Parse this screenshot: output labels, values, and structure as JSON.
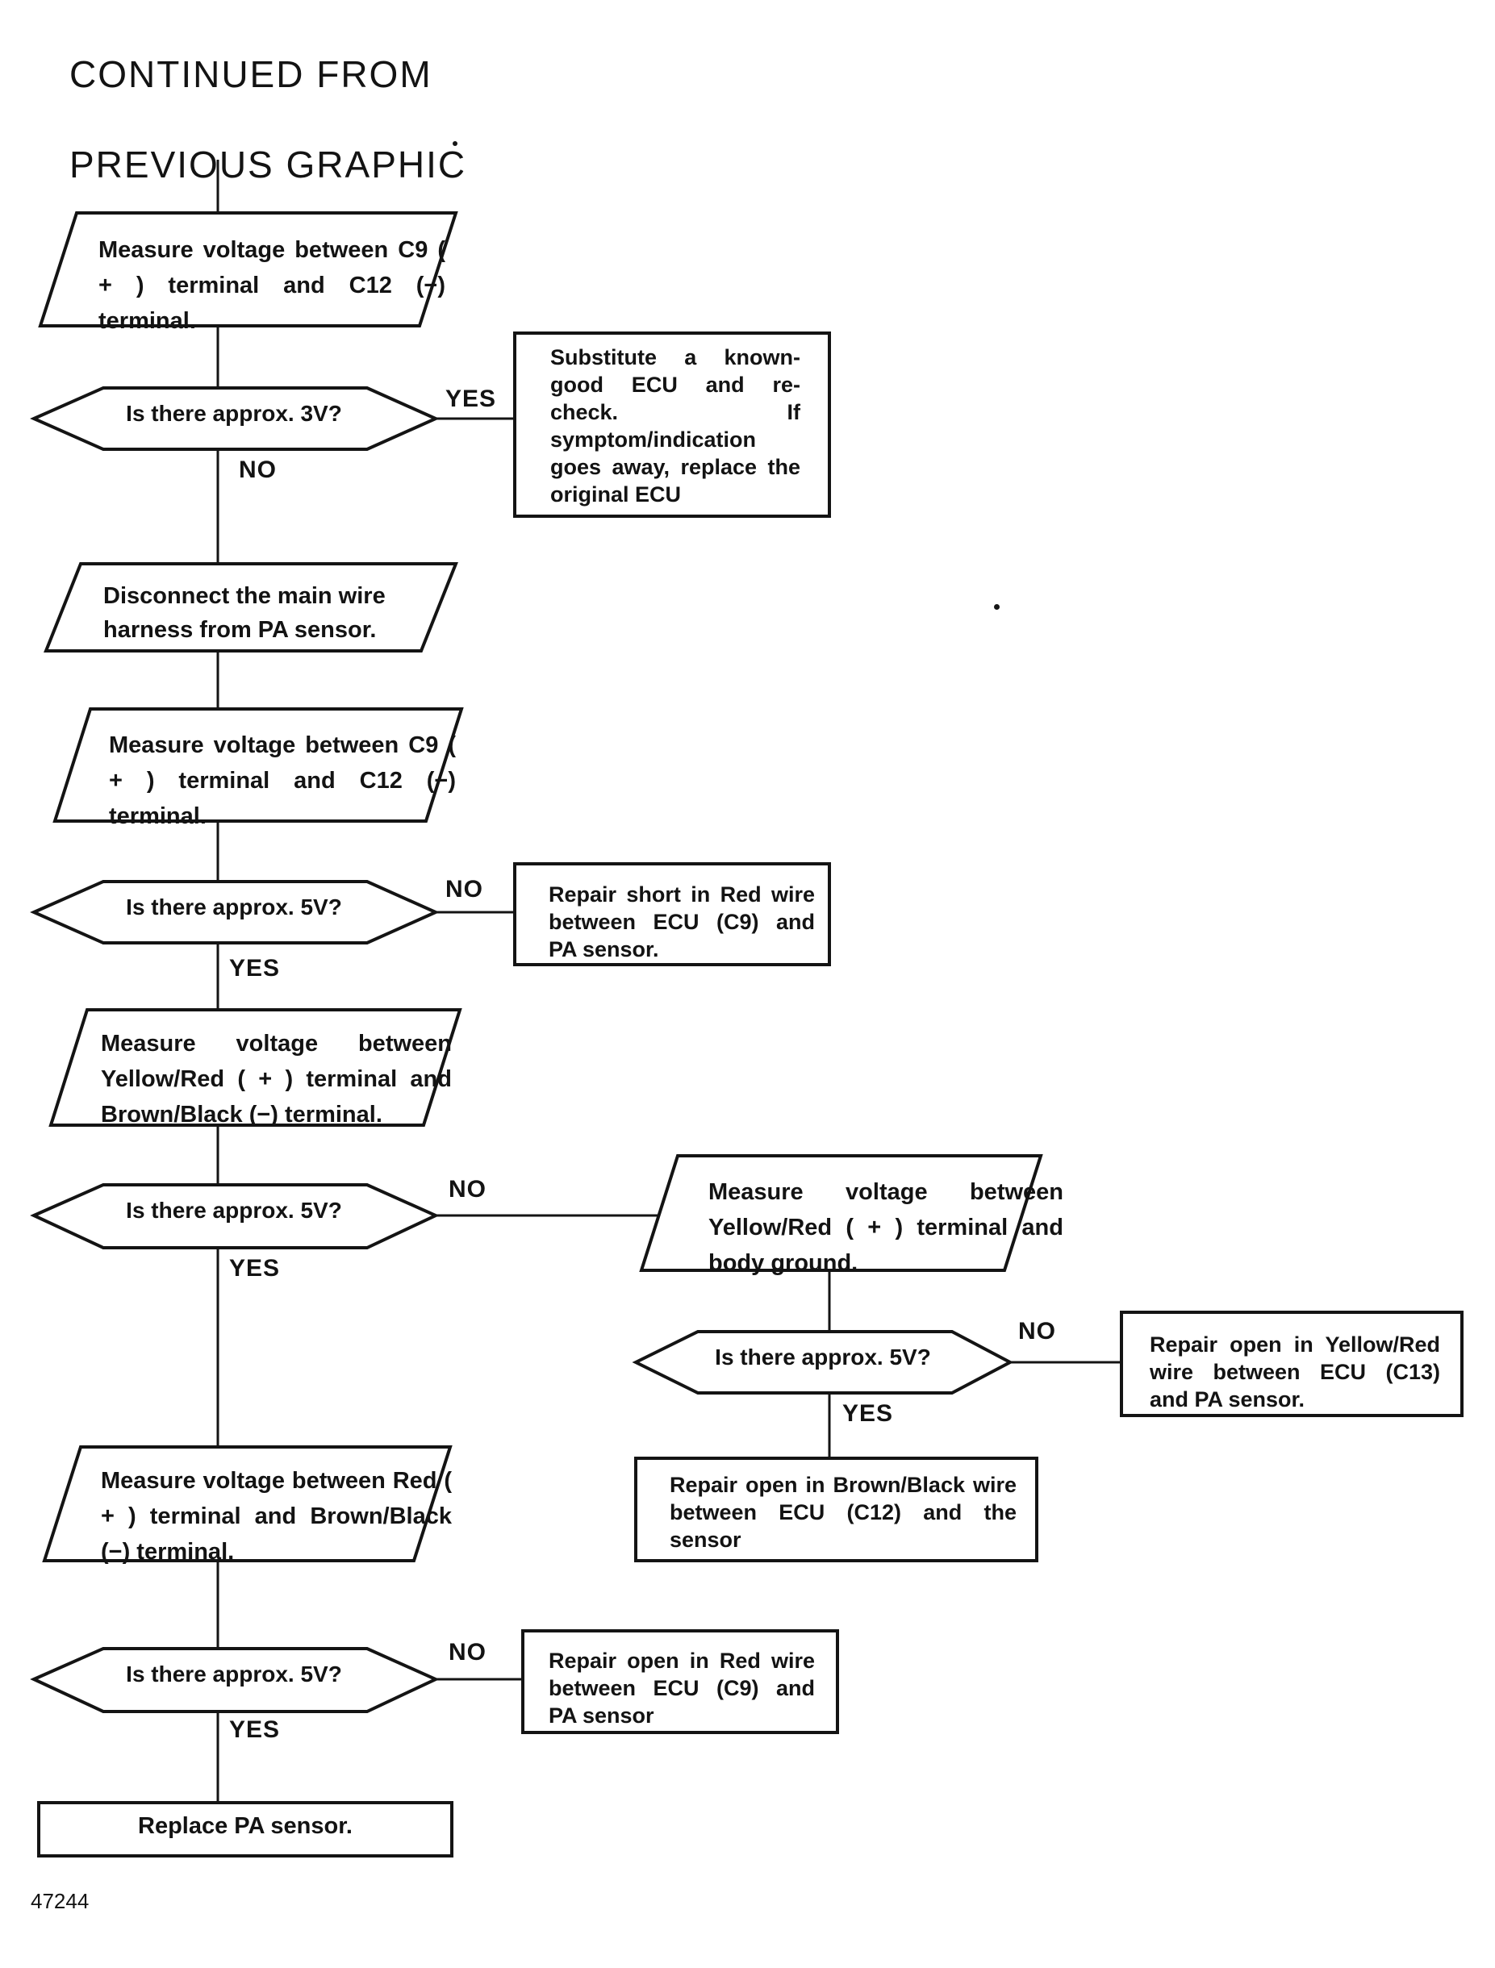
{
  "page": {
    "title_line1": "CONTINUED FROM",
    "title_line2": "PREVIOUS GRAPHIC",
    "figure_number": "47244"
  },
  "labels": {
    "yes": "YES",
    "no": "NO"
  },
  "flowchart": {
    "measure_c9_c12_first": "Measure voltage between C9 ( + ) terminal and C12 (−) terminal.",
    "decision_approx_3v": "Is there approx. 3V?",
    "substitute_ecu": "Substitute a known-good ECU and re-check. If symptom/indication goes away, replace the original ECU",
    "disconnect_harness": "Disconnect the main wire harness from PA sensor.",
    "measure_c9_c12_second": "Measure voltage between C9 ( + ) terminal and C12 (−) terminal.",
    "decision_approx_5v_1": "Is there approx. 5V?",
    "repair_short_red": "Repair short in Red wire between ECU (C9) and PA sensor.",
    "measure_yellowred_brownblack": "Measure voltage between Yellow/Red ( + ) terminal and Brown/Black (−) terminal.",
    "decision_approx_5v_2": "Is there approx. 5V?",
    "measure_yellowred_body_ground": "Measure voltage between Yellow/Red ( + ) terminal and body ground.",
    "decision_approx_5v_3": "Is there approx. 5V?",
    "repair_open_yellowred": "Repair open in Yellow/Red wire between ECU (C13) and PA sensor.",
    "repair_open_brownblack": "Repair open in Brown/Black wire between ECU (C12) and the sensor",
    "measure_red_brownblack": "Measure voltage between Red ( + ) terminal and Brown/Black (−) terminal.",
    "decision_approx_5v_4": "Is there approx. 5V?",
    "repair_open_red": "Repair open in Red wire between ECU (C9) and PA sensor",
    "replace_pa_sensor": "Replace PA sensor."
  },
  "colors": {
    "ink": "#131313",
    "paper": "#ffffff"
  }
}
